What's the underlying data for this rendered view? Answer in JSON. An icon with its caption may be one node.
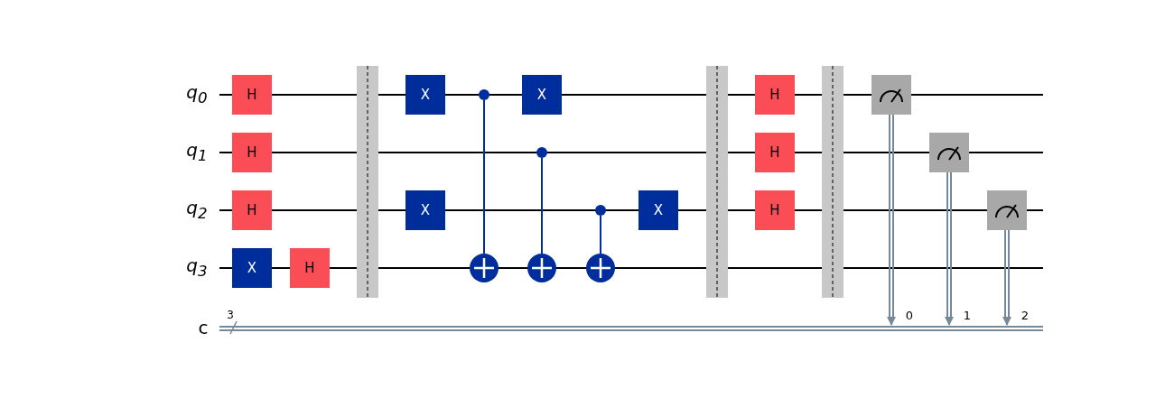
{
  "diagram": {
    "nodes": [
      {
        "text": [
          "H"
        ]
      },
      {
        "text": [
          "H"
        ]
      },
      {
        "text": [
          "H"
        ]
      },
      {
        "text": [
          "X"
        ]
      },
      {
        "text": [
          "H"
        ]
      },
      {
        "text": [
          "X"
        ]
      },
      {
        "text": [
          "X"
        ]
      },
      {
        "text": [],
        "shape": "circle"
      },
      {
        "text": [],
        "shape": "circle"
      },
      {
        "text": [],
        "shape": "circle"
      },
      {
        "text": [],
        "shape": "circle"
      },
      {
        "text": [
          "X"
        ]
      },
      {
        "text": [],
        "shape": "circle"
      },
      {
        "text": [],
        "shape": "circle"
      },
      {
        "text": [
          "X"
        ]
      },
      {
        "text": [
          "H"
        ]
      },
      {
        "text": [
          "H"
        ]
      },
      {
        "text": [
          "H"
        ]
      },
      {
        "text": [],
        "shape": "box"
      },
      {
        "text": [],
        "shape": "box"
      },
      {
        "text": [],
        "shape": "box"
      }
    ],
    "edges": [
      {
        "from": 7,
        "to": 8,
        "arrow": "none"
      },
      {
        "from": 9,
        "to": 10,
        "arrow": "none"
      },
      {
        "from": 12,
        "to": 13,
        "arrow": "none"
      },
      {
        "from": 18,
        "to": null,
        "arrow": "to",
        "label": "0",
        "color": "#778899"
      },
      {
        "from": 19,
        "to": null,
        "arrow": "to",
        "label": "1",
        "color": "#778899"
      },
      {
        "from": 20,
        "to": null,
        "arrow": "to",
        "label": "2",
        "color": "#778899"
      }
    ],
    "labels": [
      "q$_{0}$",
      "q$_{1}$",
      "q$_{2}$",
      "q$_{3}$",
      "c",
      "3"
    ]
  }
}
